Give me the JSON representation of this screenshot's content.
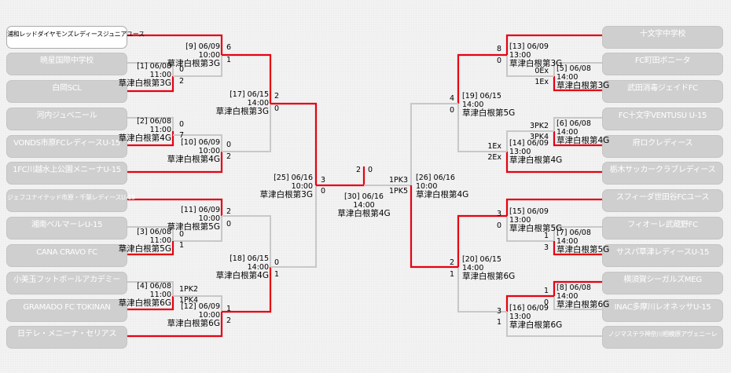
{
  "colors": {
    "win_line": "#e60012",
    "lose_line": "#c8c8c8",
    "team_box": "#cfcfcf"
  },
  "teams_left": [
    "浦和レッドダイヤモンズレディースジュニアユース",
    "暁星国際中学校",
    "白岡SCL",
    "河内ジュベニール",
    "VONDS市原FCレディースU-15",
    "1FC川越水上公園メニーナU-15",
    "ジェフユナイテッド市原・千葉レディースU-15",
    "湘南ベルマーレU-15",
    "CANA CRAVO FC",
    "小美玉フットボールアカデミー",
    "GRAMADO FC TOKINAN",
    "日テレ・メニーナ・セリアス"
  ],
  "teams_right": [
    "十文字中学校",
    "FC町田ボニータ",
    "武田消毒ジェイドFC",
    "FC十文字VENTUSU U-15",
    "府ロクレディース",
    "栃木サッカークラブレディース",
    "スフィーダ世田谷FCユース",
    "フィオーレ武蔵野FC",
    "サスパ草津レディースU-15",
    "横須賀シーガルズMEG",
    "INAC多摩川レオネッサU-15",
    "ノジマステラ神奈川相模原アヴェニーレ"
  ],
  "matches": {
    "m1": {
      "no": "[1]",
      "date": "06/08",
      "time": "11:00",
      "venue": "草津白根第3G",
      "score_top": "0",
      "score_bottom": "2"
    },
    "m2": {
      "no": "[2]",
      "date": "06/08",
      "time": "11:00",
      "venue": "草津白根第4G",
      "score_top": "0",
      "score_bottom": "7"
    },
    "m3": {
      "no": "[3]",
      "date": "06/08",
      "time": "11:00",
      "venue": "草津白根第5G",
      "score_top": "0",
      "score_bottom": "1"
    },
    "m4": {
      "no": "[4]",
      "date": "06/08",
      "time": "11:00",
      "venue": "草津白根第6G",
      "score_top": "1PK2",
      "score_bottom": "1PK4"
    },
    "m5": {
      "no": "[5]",
      "date": "06/08",
      "time": "14:00",
      "venue": "草津白根第3G",
      "score_top": "0Ex",
      "score_bottom": "1Ex"
    },
    "m6": {
      "no": "[6]",
      "date": "06/08",
      "time": "14:00",
      "venue": "草津白根第4G",
      "score_top": "3PK2",
      "score_bottom": "3PK4"
    },
    "m7": {
      "no": "[7]",
      "date": "06/08",
      "time": "14:00",
      "venue": "草津白根第5G",
      "score_top": "1",
      "score_bottom": "3"
    },
    "m8": {
      "no": "[8]",
      "date": "06/08",
      "time": "14:00",
      "venue": "草津白根第6G",
      "score_top": "1",
      "score_bottom": "0"
    },
    "m9": {
      "no": "[9]",
      "date": "06/09",
      "time": "10:00",
      "venue": "草津白根第3G",
      "score_top": "6",
      "score_bottom": "1"
    },
    "m10": {
      "no": "[10]",
      "date": "06/09",
      "time": "10:00",
      "venue": "草津白根第4G",
      "score_top": "0",
      "score_bottom": "2"
    },
    "m11": {
      "no": "[11]",
      "date": "06/09",
      "time": "10:00",
      "venue": "草津白根第5G",
      "score_top": "2",
      "score_bottom": "0"
    },
    "m12": {
      "no": "[12]",
      "date": "06/09",
      "time": "10:00",
      "venue": "草津白根第6G",
      "score_top": "1",
      "score_bottom": "2"
    },
    "m13": {
      "no": "[13]",
      "date": "06/09",
      "time": "13:00",
      "venue": "草津白根第3G",
      "score_top": "8",
      "score_bottom": "0"
    },
    "m14": {
      "no": "[14]",
      "date": "06/09",
      "time": "13:00",
      "venue": "草津白根第4G",
      "score_top": "1Ex",
      "score_bottom": "2Ex"
    },
    "m15": {
      "no": "[15]",
      "date": "06/09",
      "time": "13:00",
      "venue": "草津白根第5G",
      "score_top": "3",
      "score_bottom": "0"
    },
    "m16": {
      "no": "[16]",
      "date": "06/09",
      "time": "13:00",
      "venue": "草津白根第6G",
      "score_top": "3",
      "score_bottom": "1"
    },
    "m17": {
      "no": "[17]",
      "date": "06/15",
      "time": "14:00",
      "venue": "草津白根第3G",
      "score_top": "2",
      "score_bottom": "0"
    },
    "m18": {
      "no": "[18]",
      "date": "06/15",
      "time": "14:00",
      "venue": "草津白根第4G",
      "score_top": "0",
      "score_bottom": "1"
    },
    "m19": {
      "no": "[19]",
      "date": "06/15",
      "time": "14:00",
      "venue": "草津白根第5G",
      "score_top": "4",
      "score_bottom": "0"
    },
    "m20": {
      "no": "[20]",
      "date": "06/15",
      "time": "14:00",
      "venue": "草津白根第6G",
      "score_top": "2",
      "score_bottom": "1"
    },
    "m25": {
      "no": "[25]",
      "date": "06/16",
      "time": "10:00",
      "venue": "草津白根第3G",
      "score_top": "3",
      "score_bottom": "0"
    },
    "m26": {
      "no": "[26]",
      "date": "06/16",
      "time": "10:00",
      "venue": "草津白根第4G",
      "score_top": "1PK3",
      "score_bottom": "1PK5"
    },
    "m30": {
      "no": "[30]",
      "date": "06/16",
      "time": "14:00",
      "venue": "草津白根第4G",
      "score_left": "2",
      "score_right": "0"
    }
  }
}
